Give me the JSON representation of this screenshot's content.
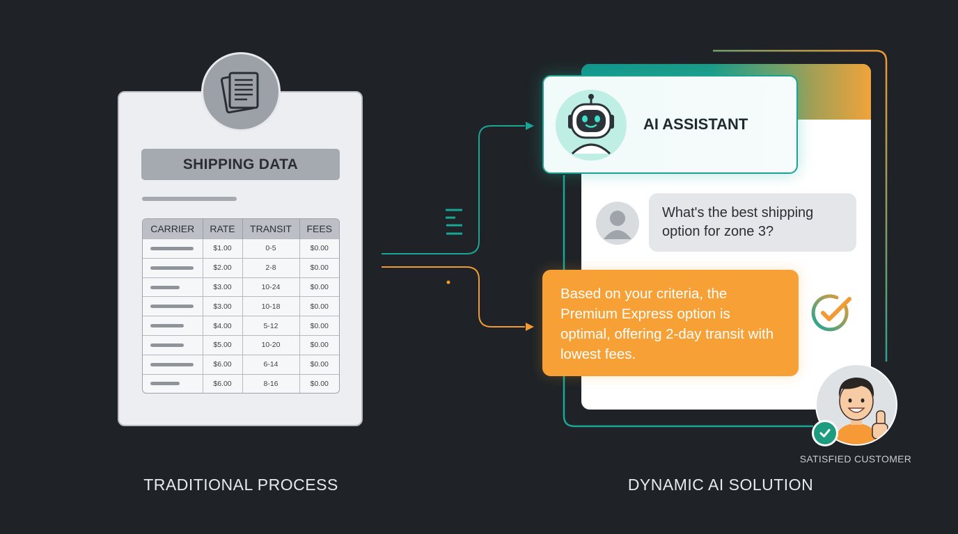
{
  "traditional": {
    "document_title": "SHIPPING DATA",
    "table": {
      "headers": [
        "CARRIER",
        "RATE",
        "TRANSIT",
        "FEES"
      ],
      "rows": [
        {
          "rate": "$1.00",
          "transit": "0-5",
          "fees": "$0.00"
        },
        {
          "rate": "$2.00",
          "transit": "2-8",
          "fees": "$0.00"
        },
        {
          "rate": "$3.00",
          "transit": "10-24",
          "fees": "$0.00"
        },
        {
          "rate": "$3.00",
          "transit": "10-18",
          "fees": "$0.00"
        },
        {
          "rate": "$4.00",
          "transit": "5-12",
          "fees": "$0.00"
        },
        {
          "rate": "$5.00",
          "transit": "10-20",
          "fees": "$0.00"
        },
        {
          "rate": "$6.00",
          "transit": "6-14",
          "fees": "$0.00"
        },
        {
          "rate": "$6.00",
          "transit": "8-16",
          "fees": "$0.00"
        }
      ]
    },
    "caption": "TRADITIONAL PROCESS"
  },
  "ai_solution": {
    "assistant_title": "AI ASSISTANT",
    "user_question": "What's the best shipping option for zone 3?",
    "ai_response": "Based on your criteria, the Premium Express option is optimal, offering 2-day transit with lowest fees.",
    "customer_label": "SATISFIED CUSTOMER",
    "caption": "DYNAMIC AI SOLUTION"
  },
  "icons": {
    "document": "documents-icon",
    "robot": "robot-icon",
    "user": "user-avatar-icon",
    "check": "check-circle-icon",
    "customer": "happy-customer-icon"
  },
  "colors": {
    "background": "#1f2327",
    "teal": "#1f9f92",
    "orange": "#f7a035",
    "document": "#eceef1"
  }
}
